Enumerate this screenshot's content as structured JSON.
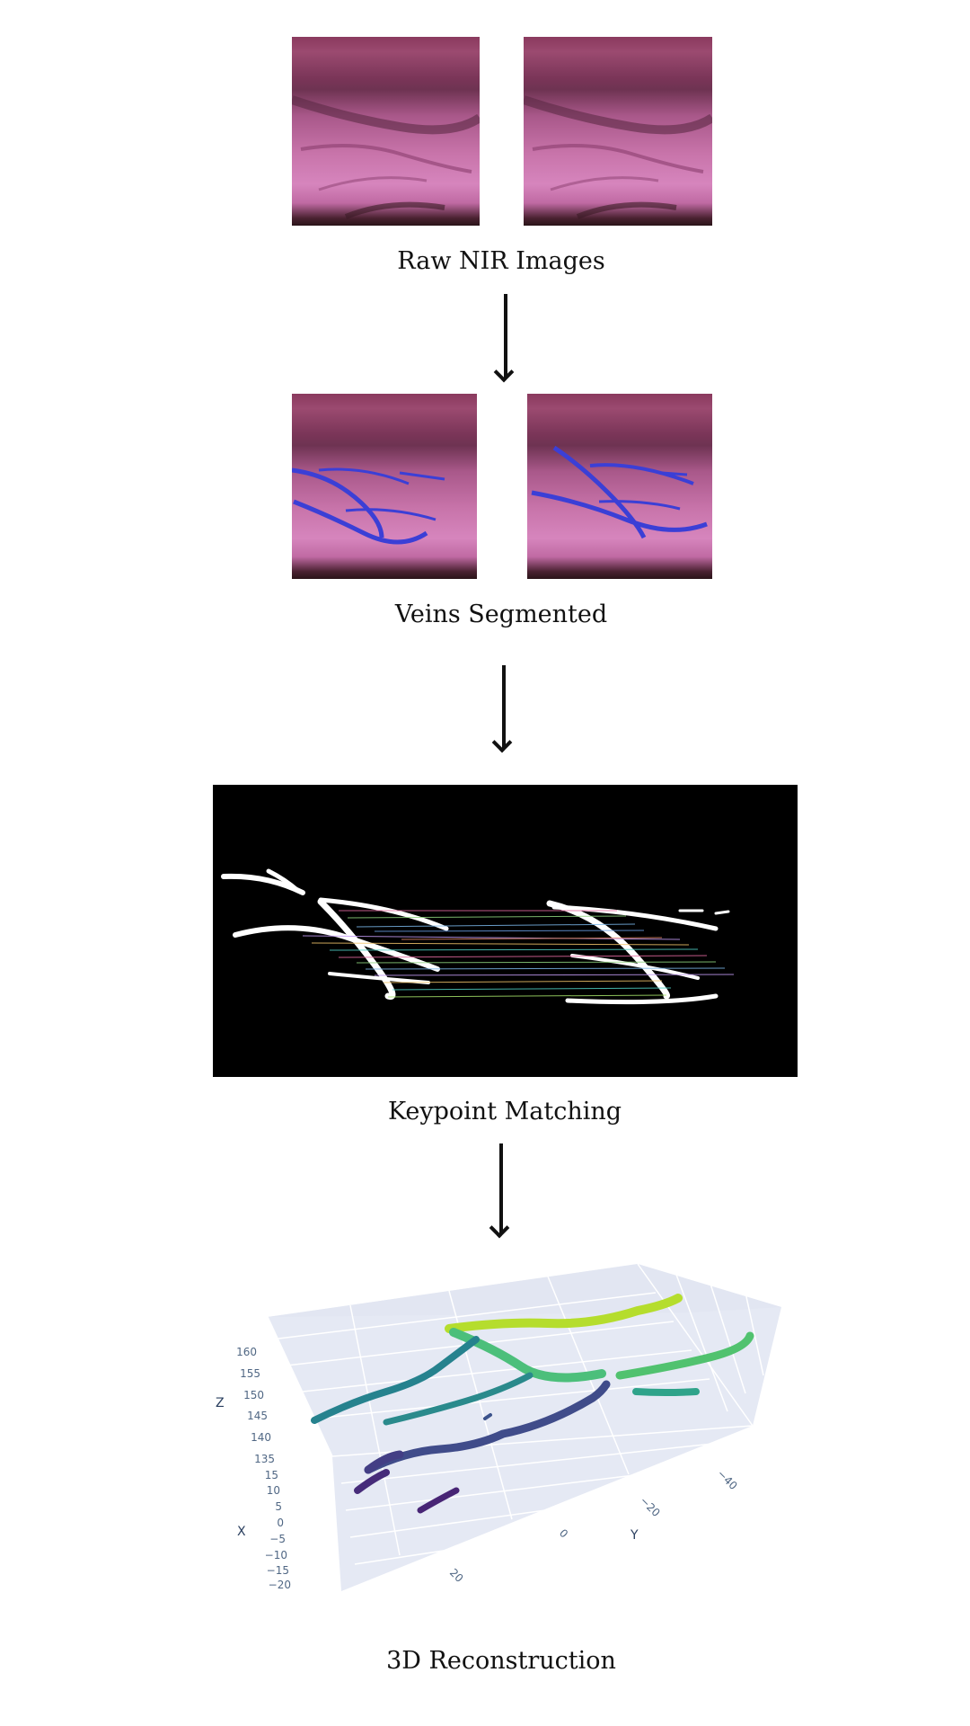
{
  "stages": [
    {
      "caption": "Raw NIR Images"
    },
    {
      "caption": "Veins Segmented"
    },
    {
      "caption": "Keypoint Matching"
    },
    {
      "caption": "3D Reconstruction"
    }
  ],
  "plot3d": {
    "z_axis_label": "Z",
    "x_axis_label": "X",
    "y_axis_label": "Y",
    "z_ticks": [
      "160",
      "155",
      "150",
      "145",
      "140",
      "135"
    ],
    "x_ticks": [
      "15",
      "10",
      "5",
      "0",
      "−5",
      "−10",
      "−15",
      "−20"
    ],
    "y_ticks": [
      "−40",
      "−20",
      "0",
      "20"
    ]
  },
  "colors": {
    "vein_overlay": "#3b3fd6",
    "scene_bg": "#e5e9f4",
    "viridis_low": "#472c7a",
    "viridis_high": "#bade28"
  }
}
